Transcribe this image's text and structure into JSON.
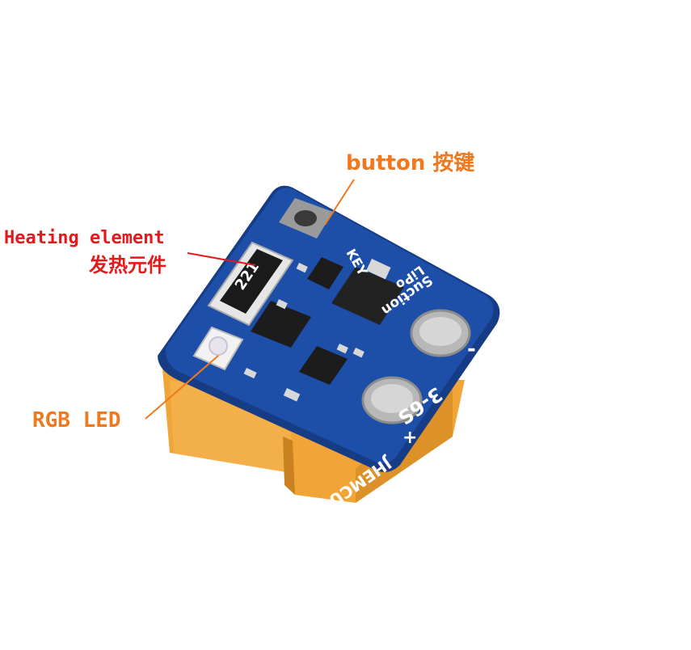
{
  "labels": {
    "button": "button 按键",
    "heating_en": "Heating element",
    "heating_cn": "发热元件",
    "rgb": "RGB LED"
  },
  "board_print": {
    "resistor": "221",
    "key": "KEY",
    "suction": "Suction",
    "lipo": "LiPo",
    "range": "3-6S",
    "brand": "JHEMCU",
    "minus": "-",
    "plus": "+"
  },
  "colors": {
    "pcb": "#1e4fa8",
    "pcb_edge": "#163c86",
    "connector": "#f0a536",
    "connector_shadow": "#c9821f",
    "label_red": "#e41919",
    "label_orange": "#f0781e"
  }
}
